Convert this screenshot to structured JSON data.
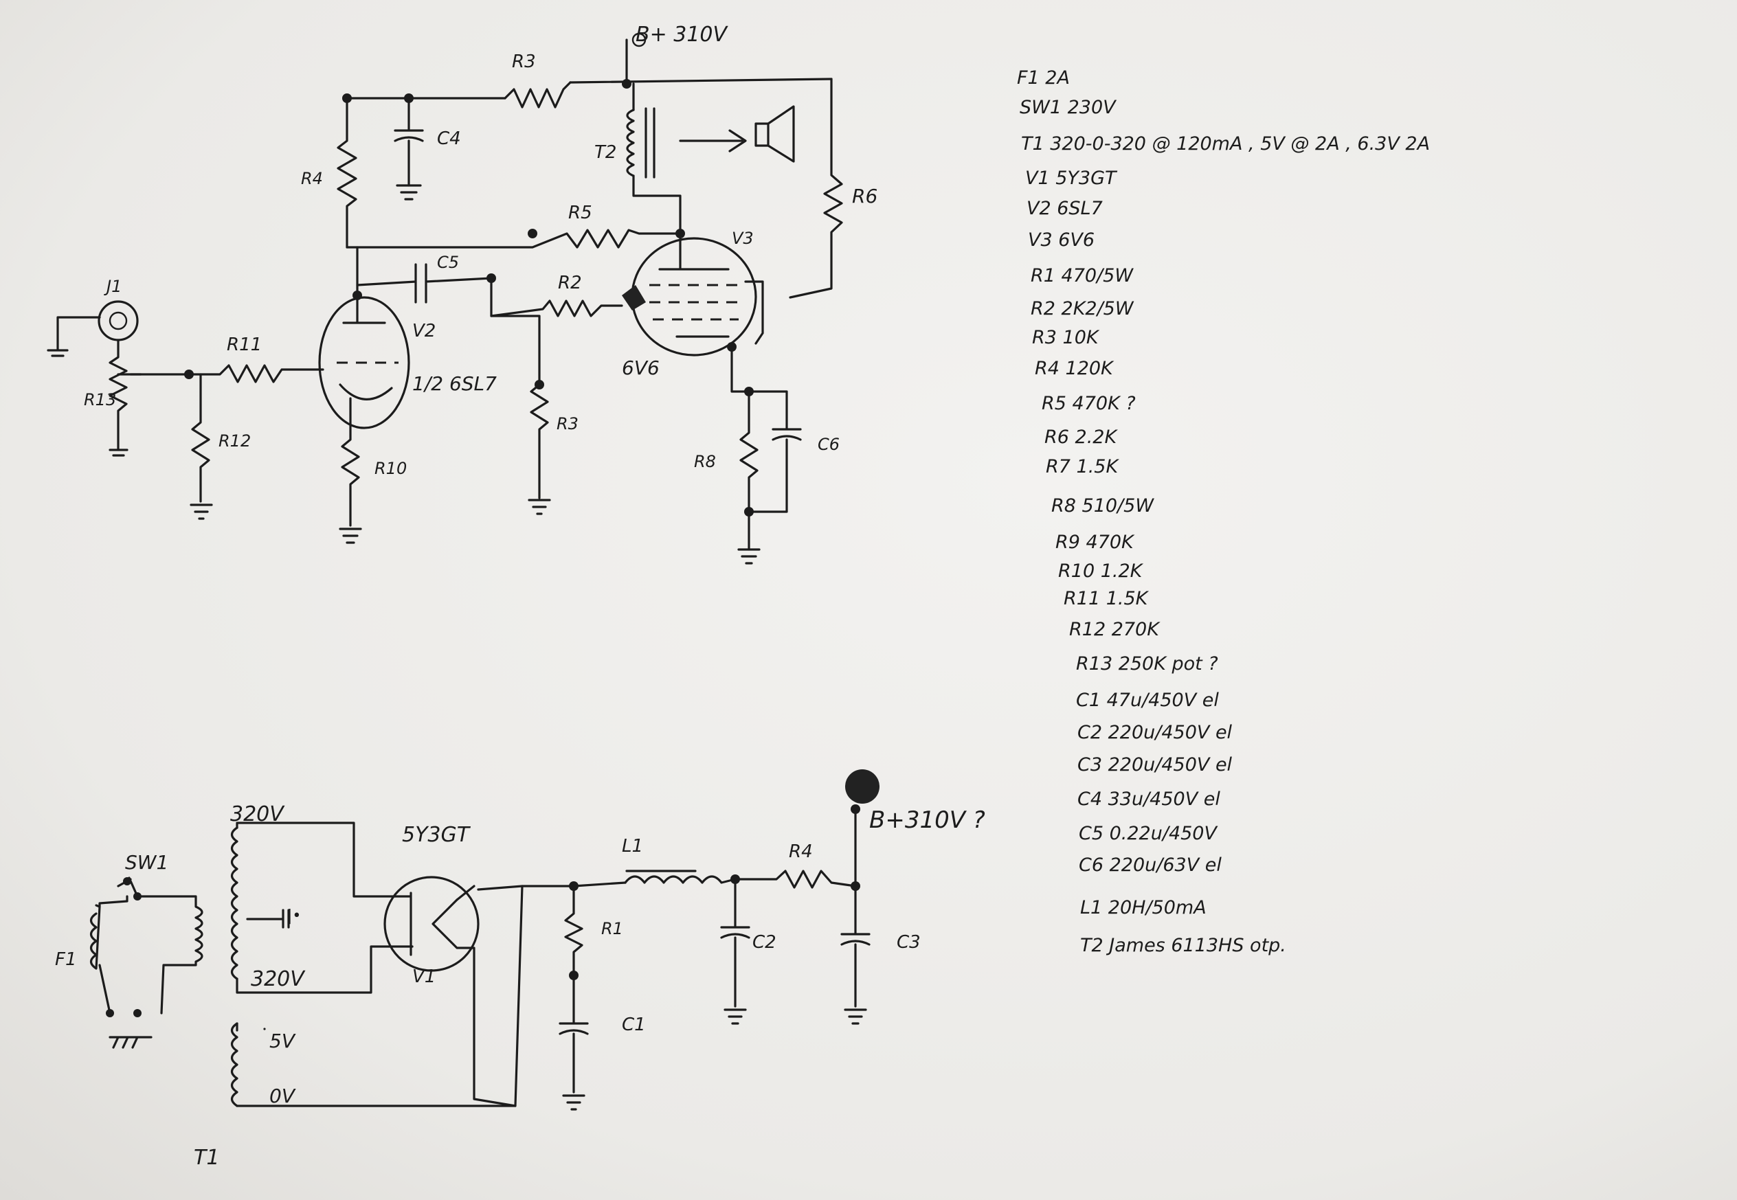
{
  "labels": {
    "b_plus_top": "B+ 310V",
    "r3": "R3",
    "c4": "C4",
    "r4": "R4",
    "t2": "T2",
    "r6": "R6",
    "r5": "R5",
    "c5": "C5",
    "v3": "V3",
    "r2": "R2",
    "j1": "J1",
    "r11": "R11",
    "v2": "V2",
    "tube_6v6": "6V6",
    "tube_6sl7": "1/2 6SL7",
    "r13": "R13",
    "r3_lower": "R3",
    "r12": "R12",
    "c6": "C6",
    "r8": "R8",
    "r10": "R10"
  },
  "psu": {
    "v320_top": "320V",
    "tube_5y3gt": "5Y3GT",
    "b_plus": "B+310V ?",
    "l1": "L1",
    "r4": "R4",
    "sw1": "SW1",
    "ct": "|•",
    "r1": "R1",
    "c2": "C2",
    "c3": "C3",
    "f1": "F1",
    "v320_bottom": "320V",
    "v1": "V1",
    "c1": "C1",
    "v5": "5V",
    "v0": "0V",
    "t1": "T1"
  },
  "bom": [
    "F1   2A",
    "SW1   230V",
    "T1   320-0-320 @ 120mA , 5V @ 2A , 6.3V 2A",
    "V1   5Y3GT",
    "V2   6SL7",
    "V3   6V6",
    "R1   470/5W",
    "R2   2K2/5W",
    "R3   10K",
    "R4   120K",
    "R5   470K ?",
    "R6   2.2K",
    "R7   1.5K",
    "R8   510/5W",
    "R9   470K",
    "R10   1.2K",
    "R11   1.5K",
    "R12   270K",
    "R13   250K pot ?",
    "C1   47u/450V el",
    "C2   220u/450V el",
    "C3   220u/450V el",
    "C4   33u/450V el",
    "C5   0.22u/450V",
    "C6   220u/63V el",
    "L1   20H/50mA",
    "T2   James 6113HS otp."
  ]
}
